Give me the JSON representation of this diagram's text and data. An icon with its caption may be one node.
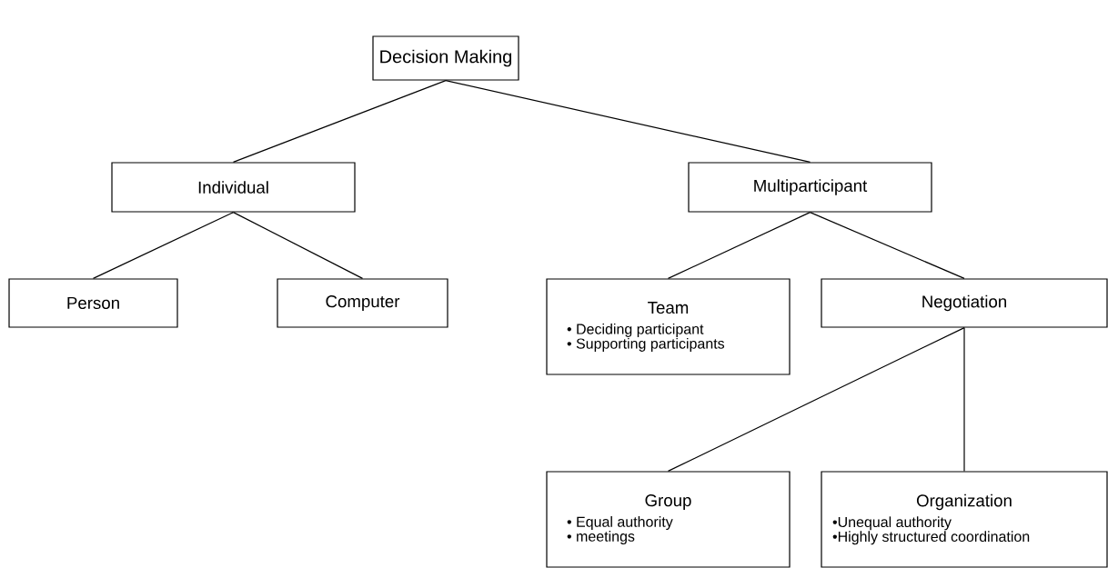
{
  "diagram": {
    "nodes": [
      {
        "text": [
          "Decision Making"
        ]
      },
      {
        "text": [
          "Individual"
        ]
      },
      {
        "text": [
          "Multiparticipant"
        ]
      },
      {
        "text": [
          "Person"
        ]
      },
      {
        "text": [
          "Computer"
        ]
      },
      {
        "text": [
          "Team",
          "• Deciding participant",
          "• Supporting participants"
        ]
      },
      {
        "text": [
          "Negotiation"
        ]
      },
      {
        "text": [
          "Group",
          "• Equal authority",
          "• meetings"
        ]
      },
      {
        "text": [
          "Organization",
          "•Unequal authority",
          "•Highly structured coordination"
        ]
      }
    ],
    "edges": [
      {
        "from": 0,
        "to": 1,
        "arrow": "none"
      },
      {
        "from": 0,
        "to": 2,
        "arrow": "none"
      },
      {
        "from": 1,
        "to": 3,
        "arrow": "none"
      },
      {
        "from": 1,
        "to": 4,
        "arrow": "none"
      },
      {
        "from": 2,
        "to": 5,
        "arrow": "none"
      },
      {
        "from": 2,
        "to": 6,
        "arrow": "none"
      },
      {
        "from": 6,
        "to": 7,
        "arrow": "none"
      },
      {
        "from": 6,
        "to": 8,
        "arrow": "none"
      }
    ]
  }
}
